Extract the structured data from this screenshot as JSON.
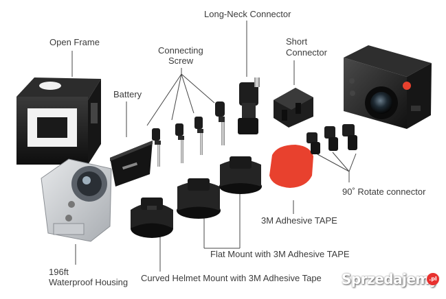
{
  "labels": {
    "long_neck": "Long-Neck Connector",
    "open_frame": "Open Frame",
    "connecting_screw_1": "Connecting",
    "connecting_screw_2": "Screw",
    "short_connector_1": "Short",
    "short_connector_2": "Connector",
    "battery": "Battery",
    "rotate_connector": "90˚ Rotate connector",
    "adhesive_tape": "3M Adhesive TAPE",
    "flat_mount": "Flat Mount with 3M Adhesive TAPE",
    "housing_1": "196ft",
    "housing_2": "Waterproof Housing",
    "curved_mount": "Curved Helmet Mount with 3M Adhesive Tape"
  },
  "watermark": {
    "text": "Sprzedajemy",
    "badge": ".pl"
  },
  "colors": {
    "accent_red": "#e8412e",
    "dark_part": "#1c1c1c",
    "label": "#3b3b3b"
  },
  "icons": [
    "open-frame",
    "battery",
    "connecting-screw",
    "long-neck-connector",
    "short-connector",
    "action-camera",
    "waterproof-housing",
    "curved-mount",
    "flat-mount",
    "adhesive-tape",
    "rotate-connector"
  ]
}
